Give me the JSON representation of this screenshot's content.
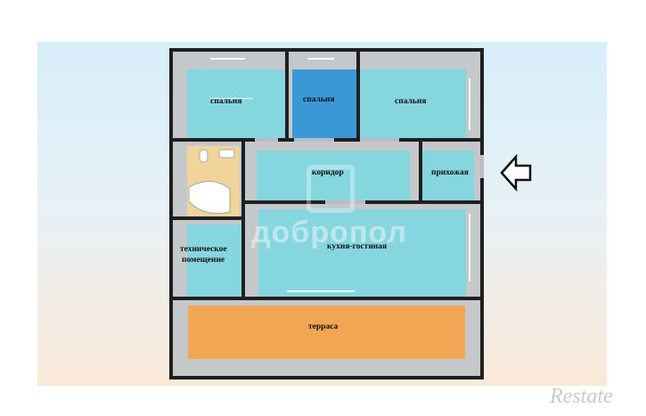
{
  "rooms": {
    "bedroom1": "спальня",
    "bedroom2": "спальня",
    "bedroom3": "спальня",
    "corridor": "коридор",
    "hallway": "прихожая",
    "technical_line1": "техническое",
    "technical_line2": "помещение",
    "living_kitchen": "кухня-гостиная",
    "terrace": "терраса"
  },
  "watermark": "добропол",
  "brand": "Restate",
  "icons": {
    "entrance": "arrow-left-icon",
    "bathtub": "bathtub-icon",
    "toilet": "toilet-icon",
    "sink": "sink-icon",
    "watermark_logo": "dobropol-logo"
  },
  "colors": {
    "room_cyan": "#86d6df",
    "room_blue": "#3b98d6",
    "terrace": "#f2a654",
    "bathroom": "#f1d49b",
    "wall": "#1f1f1f"
  }
}
